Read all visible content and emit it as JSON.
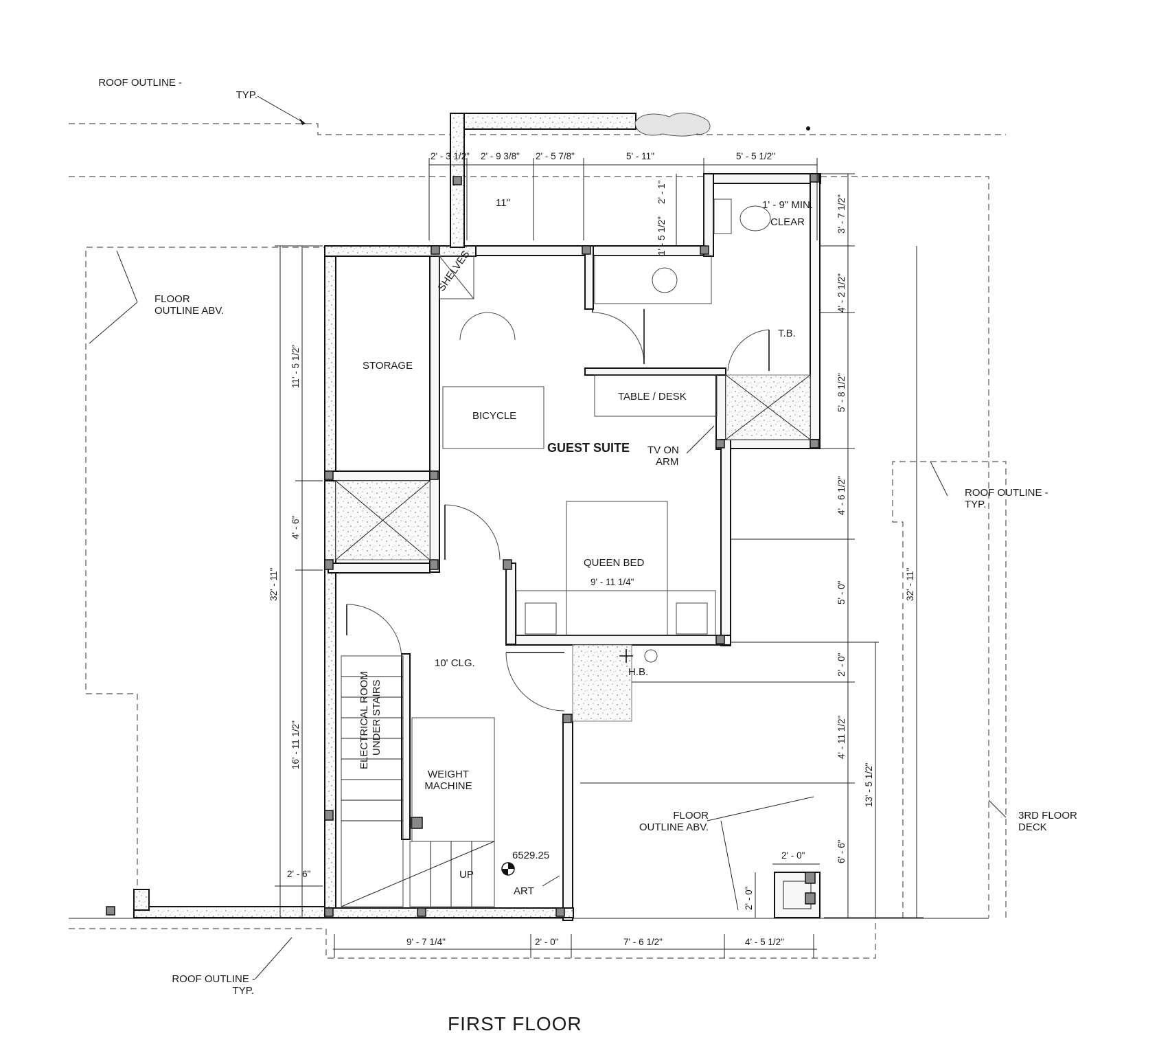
{
  "title": "FIRST FLOOR",
  "annotations": {
    "roof_outline_top": [
      "ROOF OUTLINE -",
      "TYP."
    ],
    "floor_outline_left": [
      "FLOOR",
      "OUTLINE ABV."
    ],
    "roof_outline_right": [
      "ROOF OUTLINE -",
      "TYP."
    ],
    "third_floor_deck": [
      "3RD FLOOR",
      "DECK"
    ],
    "floor_outline_bottom": [
      "FLOOR",
      "OUTLINE ABV."
    ],
    "roof_outline_bottom": [
      "ROOF OUTLINE -",
      "TYP."
    ],
    "min_clear": [
      "1' - 9\" MIN.",
      "CLEAR"
    ],
    "tv_on_arm": [
      "TV ON",
      "ARM"
    ],
    "tb": "T.B.",
    "hb": "H.B.",
    "elevation": "6529.25",
    "art": "ART",
    "up": "UP",
    "ceiling": "10' CLG.",
    "eleven_in": "11\""
  },
  "rooms": {
    "storage": "STORAGE",
    "bicycle": "BICYCLE",
    "guest_suite": "GUEST SUITE",
    "table_desk": "TABLE / DESK",
    "queen_bed": "QUEEN BED",
    "bed_dim": "9' - 11 1/4\"",
    "weight_machine": [
      "WEIGHT",
      "MACHINE"
    ],
    "electrical_room": [
      "ELECTRICAL ROOM",
      "UNDER STAIRS"
    ],
    "shelves": "SHELVES"
  },
  "dimensions": {
    "top": [
      "2' - 3 1/2\"",
      "2' - 9 3/8\"",
      "2' - 5 7/8\"",
      "5' - 11\"",
      "5' - 5 1/2\""
    ],
    "bottom": [
      "9' - 7 1/4\"",
      "2' - 0\"",
      "7' - 6 1/2\"",
      "4' - 5 1/2\""
    ],
    "left_overall": "32' - 11\"",
    "left_parts": [
      "11' - 5 1/2\"",
      "4' - 6\"",
      "16' - 11 1/2\""
    ],
    "left_small": "2' - 6\"",
    "right_parts": [
      "3' - 7 1/2\"",
      "4' - 2 1/2\"",
      "5' - 8 1/2\"",
      "4' - 6 1/2\"",
      "5' - 0\"",
      "2' - 0\"",
      "4' - 11 1/2\"",
      "6' - 6\""
    ],
    "right_mid": "13' - 5 1/2\"",
    "right_overall": "32' - 11\"",
    "bath_vertical": [
      "2' - 1\"",
      "1' - 5 1/2\""
    ],
    "planter": [
      "2' - 0\"",
      "2' - 0\""
    ]
  }
}
